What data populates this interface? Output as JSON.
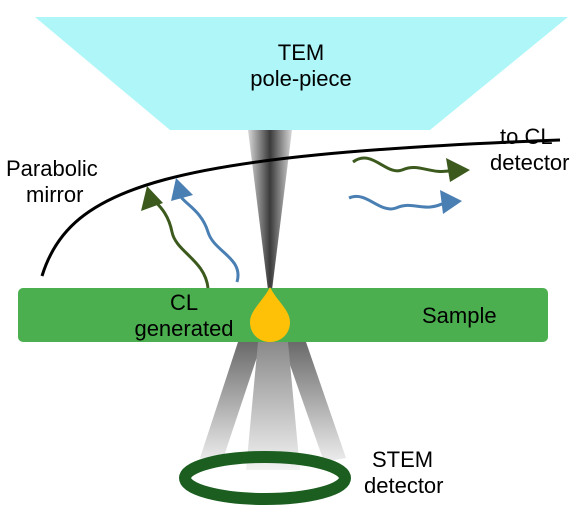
{
  "labels": {
    "tem_line1": "TEM",
    "tem_line2": "pole-piece",
    "to_cl_line1": "to CL",
    "to_cl_line2": "detector",
    "parabolic_line1": "Parabolic",
    "parabolic_line2": "mirror",
    "cl_line1": "CL",
    "cl_line2": "generated",
    "sample": "Sample",
    "stem_line1": "STEM",
    "stem_line2": "detector"
  },
  "colors": {
    "pole_piece": "#aef6f8",
    "sample": "#4caf4f",
    "cl_spot": "#ffc107",
    "stem_ring": "#1b5e20",
    "wave_green": "#3d5a1e",
    "wave_blue": "#4a7fb3",
    "mirror": "#000000"
  }
}
